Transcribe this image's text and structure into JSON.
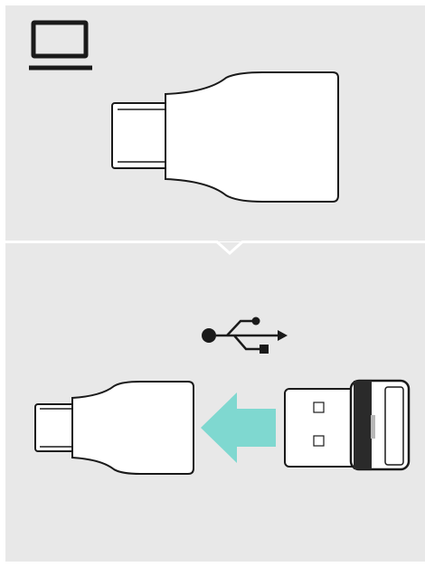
{
  "illustration": {
    "top_panel": {
      "icon": "laptop-icon",
      "object": "usb-c-to-usb-a-adapter"
    },
    "bottom_panel": {
      "icons": [
        "usb-symbol-icon",
        "insert-arrow-icon"
      ],
      "objects": [
        "usb-c-to-usb-a-adapter",
        "usb-a-dongle"
      ]
    },
    "colors": {
      "panel_background": "#e8e8e8",
      "divider": "#ffffff",
      "outline": "#1a1a1a",
      "arrow": "#7fd8d0"
    }
  }
}
